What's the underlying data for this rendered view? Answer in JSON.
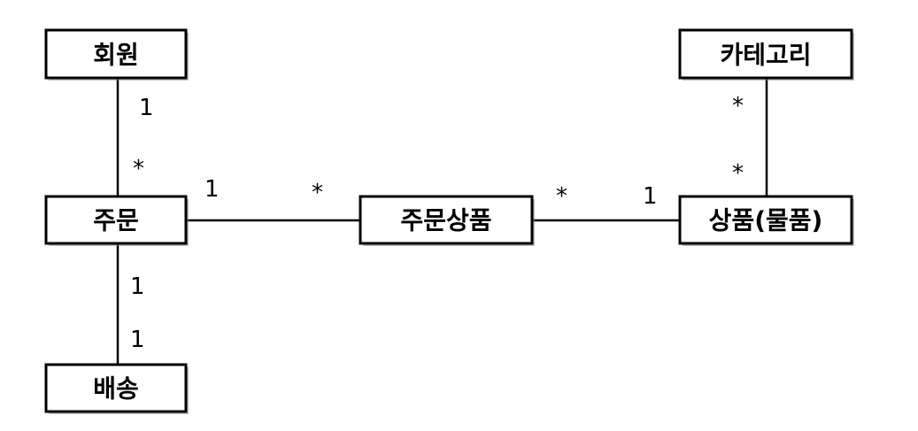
{
  "entities": {
    "member": "회원",
    "order": "주문",
    "delivery": "배송",
    "order_item": "주문상품",
    "item": "상품(물품)",
    "category": "카테고리"
  },
  "relations": {
    "member_order": {
      "member_side": "1",
      "order_side": "*"
    },
    "order_delivery": {
      "order_side": "1",
      "delivery_side": "1"
    },
    "order_orderitem": {
      "order_side": "1",
      "orderitem_side": "*"
    },
    "orderitem_item": {
      "orderitem_side": "*",
      "item_side": "1"
    },
    "category_item": {
      "category_side": "*",
      "item_side": "*"
    }
  }
}
